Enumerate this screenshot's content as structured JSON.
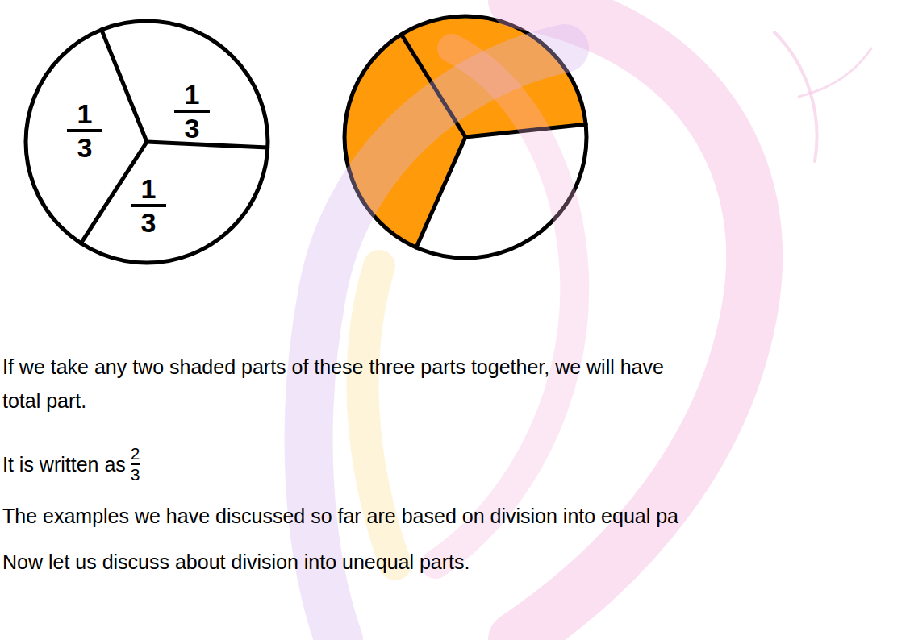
{
  "diagram": {
    "labels": [
      "1",
      "3",
      "1",
      "3",
      "1",
      "3",
      "If we take any two shaded parts of these three parts together, we will have",
      "total part.",
      "It is written as",
      "2",
      "3",
      "The examples we have discussed so far are based on division into equal pa",
      "Now let us discuss about division into unequal parts."
    ]
  }
}
